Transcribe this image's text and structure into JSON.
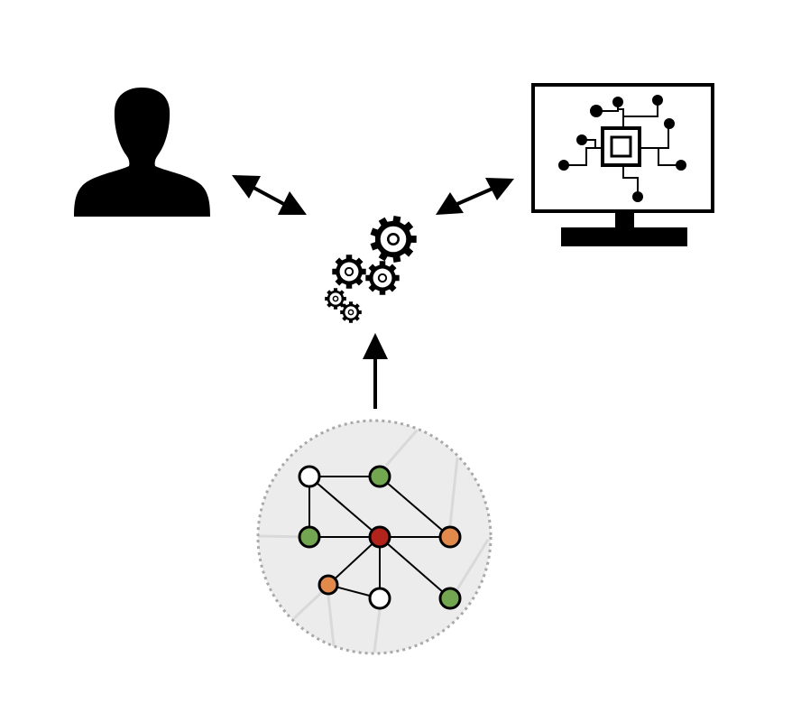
{
  "diagram": {
    "title": "",
    "colors": {
      "ink": "#000000",
      "background": "#ffffff",
      "graph_bg": "#ececec",
      "graph_border": "#a9a9a9",
      "graph_faint_edge": "#d9d9d9"
    },
    "components": [
      {
        "id": "user",
        "icon": "person-silhouette-icon"
      },
      {
        "id": "engine",
        "icon": "gears-icon"
      },
      {
        "id": "computer",
        "icon": "monitor-circuit-icon"
      },
      {
        "id": "knowledge-graph",
        "icon": "graph-network-icon"
      }
    ],
    "connections": [
      {
        "from": "user",
        "to": "engine",
        "type": "bidirectional"
      },
      {
        "from": "computer",
        "to": "engine",
        "type": "bidirectional"
      },
      {
        "from": "knowledge-graph",
        "to": "engine",
        "type": "directed"
      }
    ],
    "graph": {
      "node_colors": {
        "white": "#ffffff",
        "green": "#72a651",
        "red": "#b2231c",
        "orange": "#e28a4c"
      },
      "nodes": [
        {
          "id": "n1",
          "color": "white"
        },
        {
          "id": "n2",
          "color": "green"
        },
        {
          "id": "n3",
          "color": "green"
        },
        {
          "id": "n4",
          "color": "red"
        },
        {
          "id": "n5",
          "color": "orange"
        },
        {
          "id": "n6",
          "color": "orange"
        },
        {
          "id": "n7",
          "color": "white"
        },
        {
          "id": "n8",
          "color": "green"
        }
      ],
      "edges": [
        [
          "n1",
          "n2"
        ],
        [
          "n1",
          "n3"
        ],
        [
          "n1",
          "n4"
        ],
        [
          "n2",
          "n5"
        ],
        [
          "n3",
          "n4"
        ],
        [
          "n4",
          "n5"
        ],
        [
          "n4",
          "n6"
        ],
        [
          "n4",
          "n7"
        ],
        [
          "n4",
          "n8"
        ],
        [
          "n6",
          "n7"
        ]
      ]
    }
  }
}
